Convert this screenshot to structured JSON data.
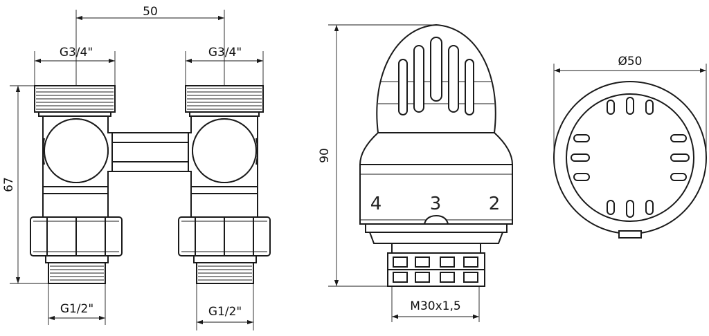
{
  "valve": {
    "spacing": "50",
    "outlet_left": "G3/4\"",
    "outlet_right": "G3/4\"",
    "height": "67",
    "inlet_left": "G1/2\"",
    "inlet_right": "G1/2\""
  },
  "head": {
    "height": "90",
    "scale_marks": [
      "4",
      "3",
      "2"
    ],
    "thread": "M30x1,5"
  },
  "top_view": {
    "diameter": "Ø50"
  },
  "colors": {
    "line": "#1a1a1a",
    "background": "#ffffff"
  }
}
